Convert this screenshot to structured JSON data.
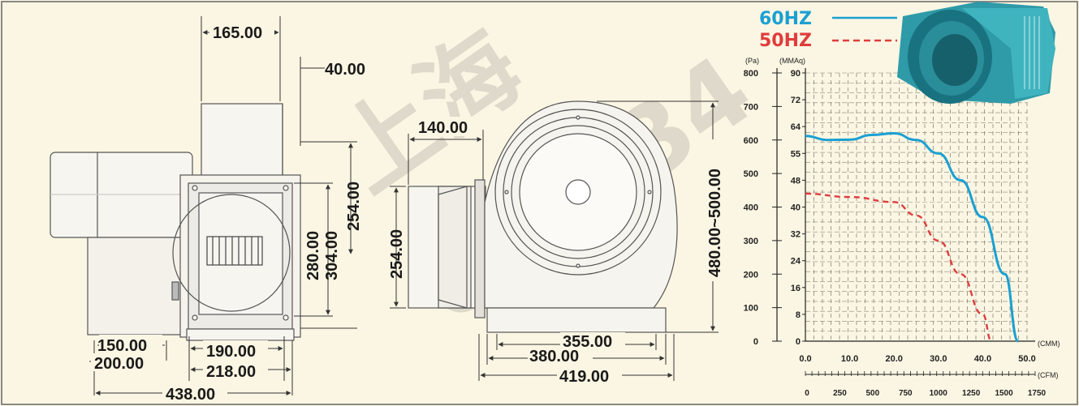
{
  "watermark": {
    "text_1": "上海",
    "text_2": "021-34"
  },
  "side_view": {
    "dims": {
      "top_width": "165.00",
      "top_offset": "40.00",
      "height_outer": "254.00",
      "height_inner_1": "280.00",
      "height_inner_2": "304.00",
      "bottom_1": "150.00",
      "bottom_2": "200.00",
      "bottom_3": "190.00",
      "bottom_4": "218.00",
      "bottom_total": "438.00"
    }
  },
  "front_view": {
    "dims": {
      "outlet_width": "140.00",
      "outlet_height": "254.00",
      "total_height": "480.00~500.00",
      "base_1": "355.00",
      "base_2": "380.00",
      "base_3": "419.00"
    }
  },
  "legend": {
    "hz60": {
      "label": "60HZ",
      "color": "#1aa0d2"
    },
    "hz50": {
      "label": "50HZ",
      "color": "#e03c3c"
    }
  },
  "chart_data": {
    "type": "line",
    "y_left_label": "(Pa)",
    "y_right_label": "(MMAq)",
    "x_label": "(CMM)",
    "x2_label": "(CFM)",
    "y_left_ticks": [
      "0",
      "100",
      "200",
      "300",
      "400",
      "500",
      "600",
      "700",
      "800"
    ],
    "y_right_ticks": [
      "0",
      "8",
      "16",
      "24",
      "32",
      "40",
      "48",
      "55",
      "64",
      "72",
      "90"
    ],
    "x_ticks": [
      "0.0",
      "10.0",
      "20.0",
      "30.0",
      "40.0",
      "50.0"
    ],
    "x2_ticks": [
      "0",
      "250",
      "500",
      "750",
      "1000",
      "1250",
      "1500",
      "1750"
    ],
    "xlim": [
      0,
      50
    ],
    "ylim": [
      0,
      800
    ],
    "series": [
      {
        "name": "60HZ",
        "color": "#1aa0d2",
        "style": "solid",
        "points": [
          [
            0,
            612
          ],
          [
            5,
            600
          ],
          [
            10,
            601
          ],
          [
            15,
            615
          ],
          [
            20,
            620
          ],
          [
            25,
            600
          ],
          [
            30,
            560
          ],
          [
            35,
            480
          ],
          [
            40,
            370
          ],
          [
            45,
            200
          ],
          [
            48,
            0
          ]
        ]
      },
      {
        "name": "50HZ",
        "color": "#e03c3c",
        "style": "dashed",
        "points": [
          [
            0,
            440
          ],
          [
            10,
            430
          ],
          [
            20,
            415
          ],
          [
            25,
            375
          ],
          [
            30,
            300
          ],
          [
            35,
            200
          ],
          [
            40,
            80
          ],
          [
            42,
            0
          ]
        ]
      }
    ]
  }
}
